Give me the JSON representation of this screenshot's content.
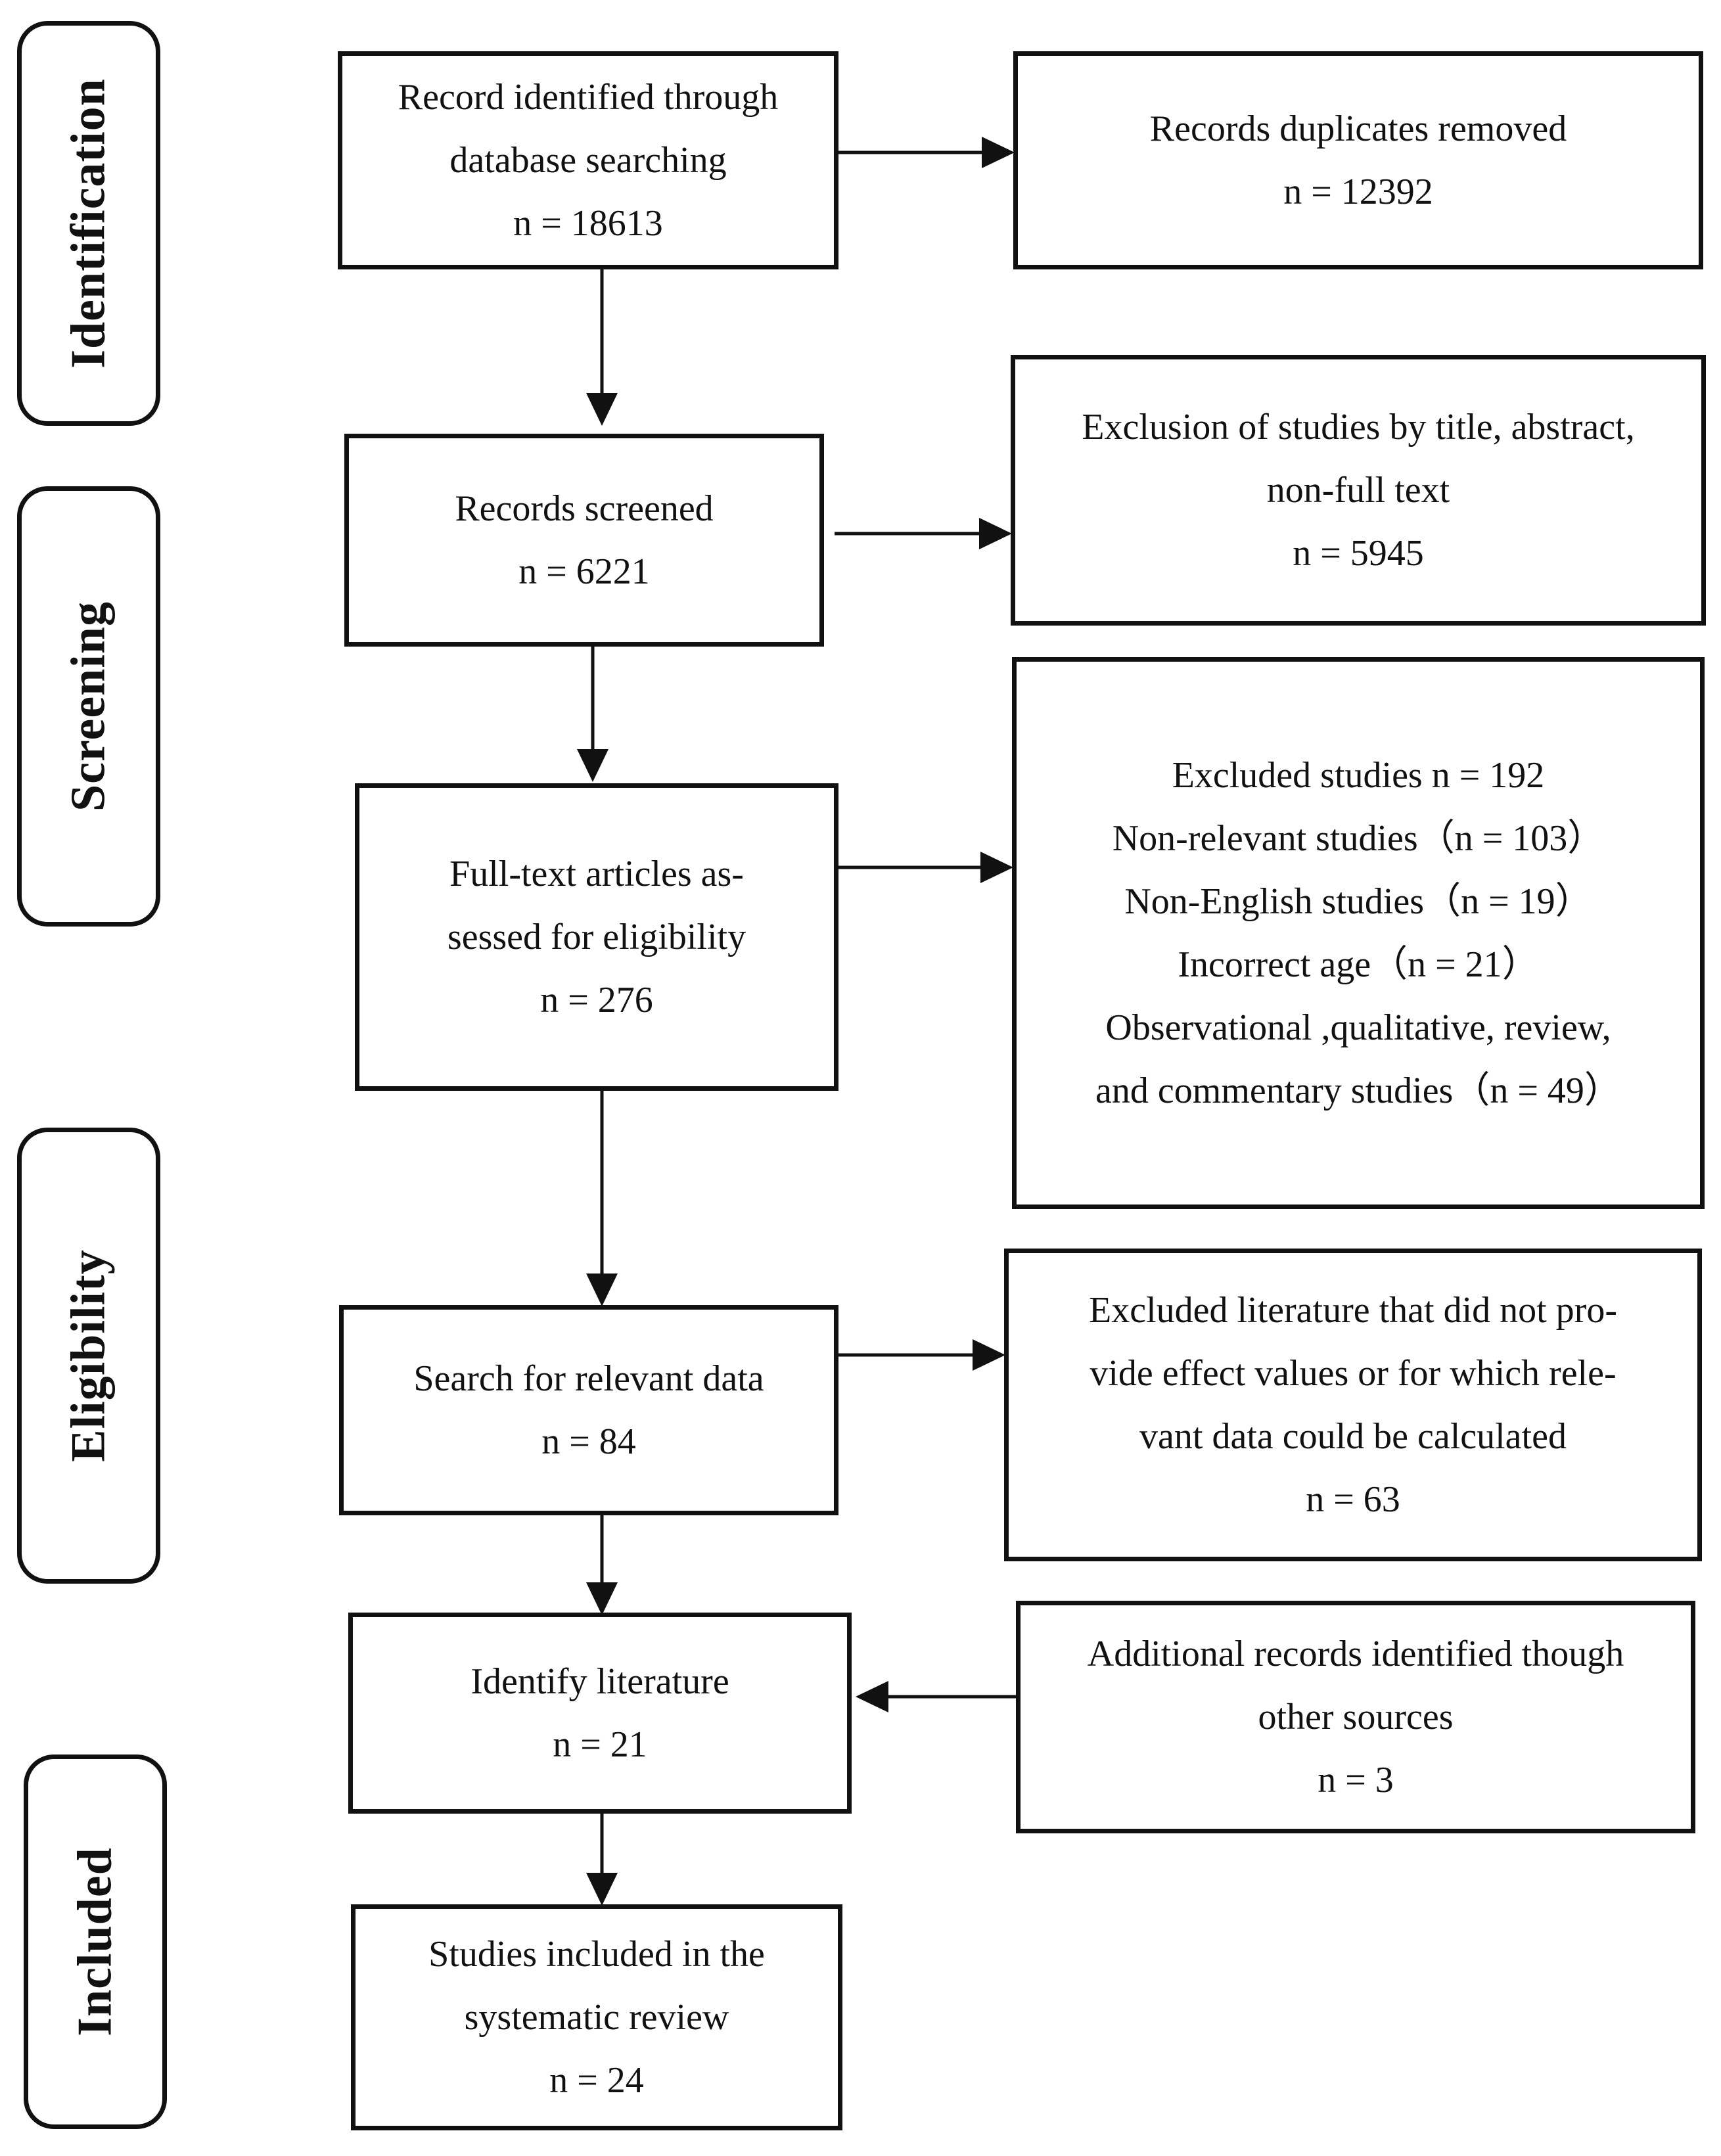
{
  "stages": {
    "identification": "Identification",
    "screening": "Screening",
    "eligibility": "Eligibility",
    "included": "Included"
  },
  "boxes": {
    "identified": [
      "Record identified through",
      "database searching",
      "n = 18613"
    ],
    "duplicates_removed": [
      "Records duplicates removed",
      "n = 12392"
    ],
    "screened": [
      "Records screened",
      "n = 6221"
    ],
    "title_abstract_excluded": [
      "Exclusion of studies by title, abstract,",
      "non-full text",
      "n = 5945"
    ],
    "full_text_assessed": [
      "Full-text articles as-",
      "sessed for eligibility",
      "n = 276"
    ],
    "full_text_excluded": [
      "Excluded studies n = 192",
      "Non-relevant studies（n = 103）",
      "Non-English studies（n = 19）",
      "Incorrect age（n = 21）",
      "Observational ,qualitative, review,",
      "and commentary studies（n = 49）"
    ],
    "relevant_data_search": [
      "Search for relevant data",
      "n = 84"
    ],
    "no_effect_values_excluded": [
      "Excluded literature that did not pro-",
      "vide effect values or for which rele-",
      "vant data could be calculated",
      "n = 63"
    ],
    "identified_literature": [
      "Identify literature",
      "n = 21"
    ],
    "additional_records": [
      "Additional records identified though",
      "other sources",
      "n = 3"
    ],
    "included_in_review": [
      "Studies included in the",
      "systematic review",
      "n = 24"
    ]
  }
}
